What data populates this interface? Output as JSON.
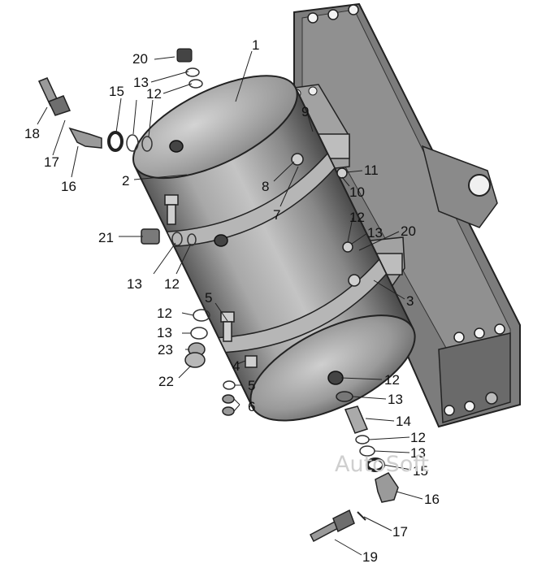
{
  "watermark": "AutoSoft",
  "callouts": {
    "c1": "1",
    "c2": "2",
    "c3": "3",
    "c4": "4",
    "c5a": "5",
    "c5b": "5",
    "c6": "6",
    "c7": "7",
    "c8": "8",
    "c9": "9",
    "c10": "10",
    "c11": "11",
    "c12a": "12",
    "c12b": "12",
    "c12c": "12",
    "c12d": "12",
    "c12e": "12",
    "c12f": "12",
    "c13a": "13",
    "c13b": "13",
    "c13c": "13",
    "c13d": "13",
    "c13e": "13",
    "c13f": "13",
    "c14": "14",
    "c15a": "15",
    "c15b": "15",
    "c16a": "16",
    "c16b": "16",
    "c17a": "17",
    "c17b": "17",
    "c18": "18",
    "c19": "19",
    "c20a": "20",
    "c20b": "20",
    "c21": "21",
    "c22": "22",
    "c23": "23"
  }
}
